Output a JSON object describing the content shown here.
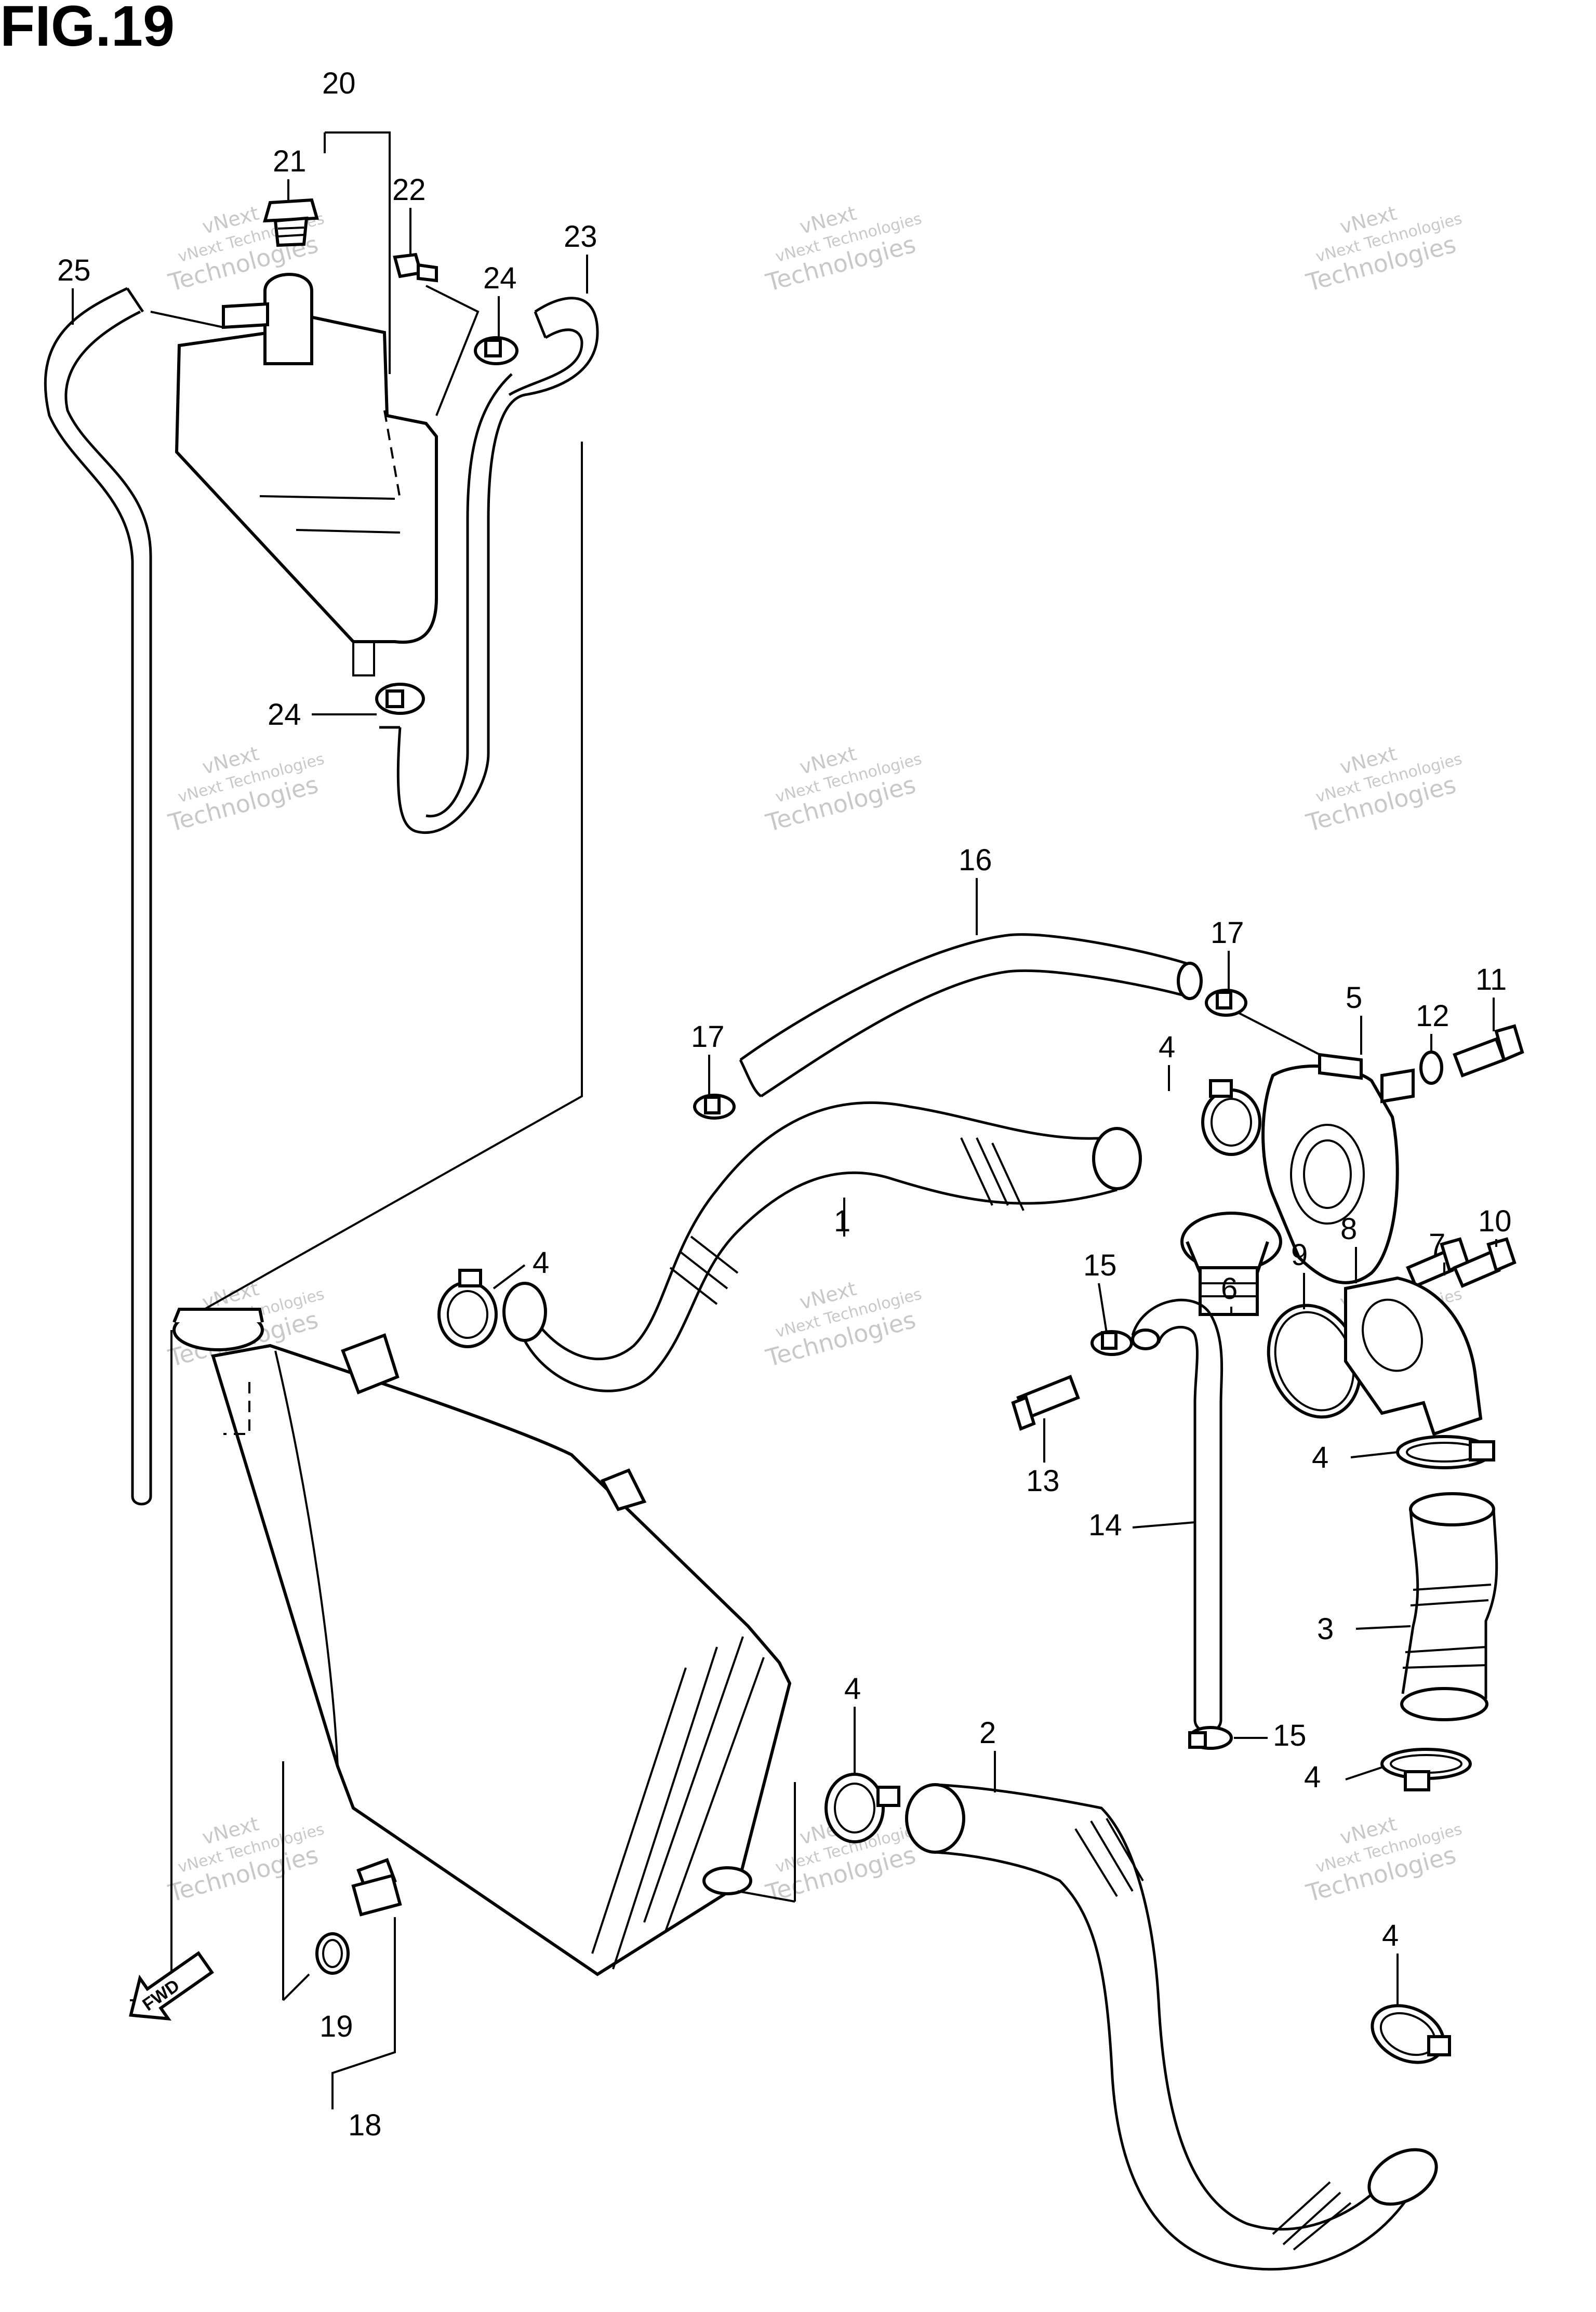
{
  "figure": {
    "title": "FIG.19"
  },
  "callouts": {
    "c1": "1",
    "c2": "2",
    "c3": "3",
    "c4": "4",
    "c5": "5",
    "c6": "6",
    "c7": "7",
    "c8": "8",
    "c9": "9",
    "c10": "10",
    "c11": "11",
    "c12": "12",
    "c13": "13",
    "c14": "14",
    "c15": "15",
    "c16": "16",
    "c17": "17",
    "c18": "18",
    "c19": "19",
    "c20": "20",
    "c21": "21",
    "c22": "22",
    "c23": "23",
    "c24": "24",
    "c25": "25"
  },
  "watermark": {
    "line1": "vNext",
    "line2": "vNext Technologies",
    "line3": "Technologies"
  },
  "badge": {
    "fwd": "FWD"
  },
  "colors": {
    "ink": "#000000",
    "watermark": "#c8c8c8",
    "background": "#ffffff"
  }
}
